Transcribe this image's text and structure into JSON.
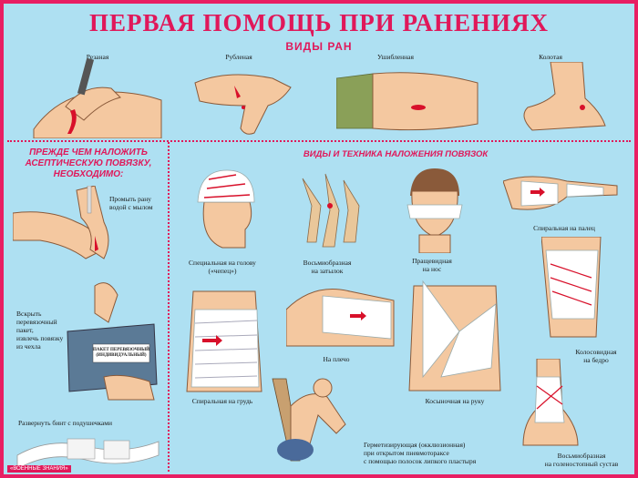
{
  "title": "ПЕРВАЯ ПОМОЩЬ ПРИ РАНЕНИЯХ",
  "wound_types": {
    "heading": "ВИДЫ РАН",
    "items": [
      "Резаная",
      "Рубленая",
      "Ушибленная",
      "Колотая"
    ]
  },
  "before_section": {
    "heading_lines": [
      "ПРЕЖДЕ ЧЕМ НАЛОЖИТЬ",
      "АСЕПТИЧЕСКУЮ ПОВЯЗКУ,",
      "НЕОБХОДИМО:"
    ],
    "step1": [
      "Промыть рану",
      "водой с мылом"
    ],
    "step2": [
      "Вскрыть",
      "перевязочный",
      "пакет,",
      "извлечь повязку",
      "из чехла"
    ],
    "pack_text": [
      "ПАКЕТ ПЕРЕВЯЗОЧНЫЙ",
      "(ИНДИВИДУАЛЬНЫЙ)"
    ],
    "step3": "Развернуть бинт с подушечками"
  },
  "bandage_section": {
    "heading": "ВИДЫ И ТЕХНИКА НАЛОЖЕНИЯ ПОВЯЗОК",
    "head": [
      "Специальная на голову",
      "(«чепец»)"
    ],
    "nape": [
      "Восьмиобразная",
      "на затылок"
    ],
    "nose": [
      "Пращевидная",
      "на нос"
    ],
    "finger": "Спиральная на палец",
    "thigh": [
      "Колосовидная",
      "на бедро"
    ],
    "chest": "Спиральная на грудь",
    "shoulder": "На плечо",
    "arm": "Косыночная на руку",
    "ankle": [
      "Восьмиобразная",
      "на голеностопный сустав"
    ],
    "hermetic": [
      "Герметизирующая (окклюзионная)",
      "при открытом пневмотораксе",
      "с помощью полосок липкого пластыря"
    ]
  },
  "footer_tag": "«ВОЕННЫЕ ЗНАНИЯ»",
  "colors": {
    "border": "#e81e63",
    "background": "#aee0f2",
    "accent": "#e0185a"
  }
}
